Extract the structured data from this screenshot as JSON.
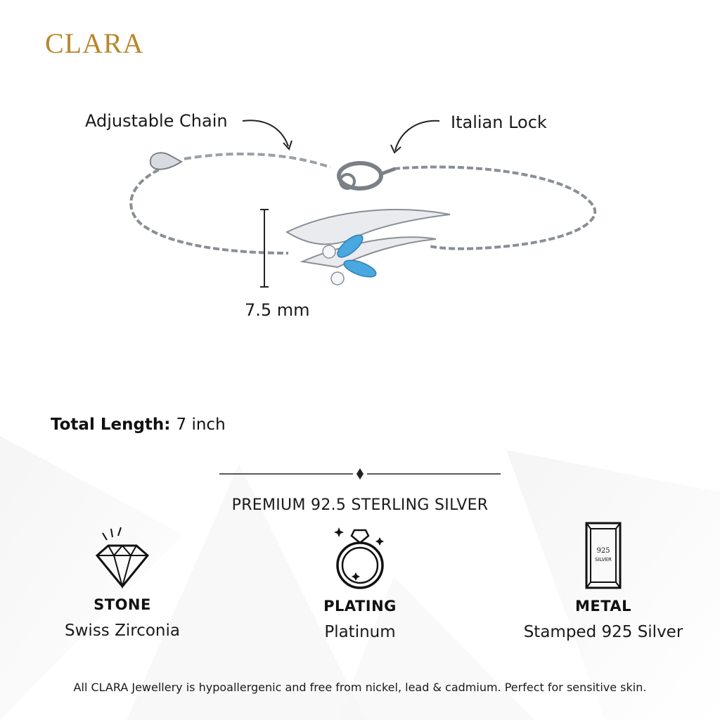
{
  "brand": {
    "logo_text": "CLARA",
    "color": "#B8862B"
  },
  "callouts": {
    "chain": "Adjustable Chain",
    "lock": "Italian Lock",
    "dimension": "7.5 mm"
  },
  "spec": {
    "label": "Total Length:",
    "value": "7 inch"
  },
  "headline": "PREMIUM 92.5 STERLING SILVER",
  "features": [
    {
      "icon": "diamond-icon",
      "title": "STONE",
      "value": "Swiss Zirconia"
    },
    {
      "icon": "ring-icon",
      "title": "PLATING",
      "value": "Platinum"
    },
    {
      "icon": "silver-bar-icon",
      "title": "METAL",
      "value": "Stamped 925 Silver",
      "stamp_line1": "925",
      "stamp_line2": "SILVER"
    }
  ],
  "footer": "All CLARA Jewellery is hypoallergenic and free from nickel, lead & cadmium. Perfect for sensitive skin.",
  "colors": {
    "stone_blue": "#4AA8E0",
    "silver": "#C8CCD2",
    "text": "#111111"
  }
}
